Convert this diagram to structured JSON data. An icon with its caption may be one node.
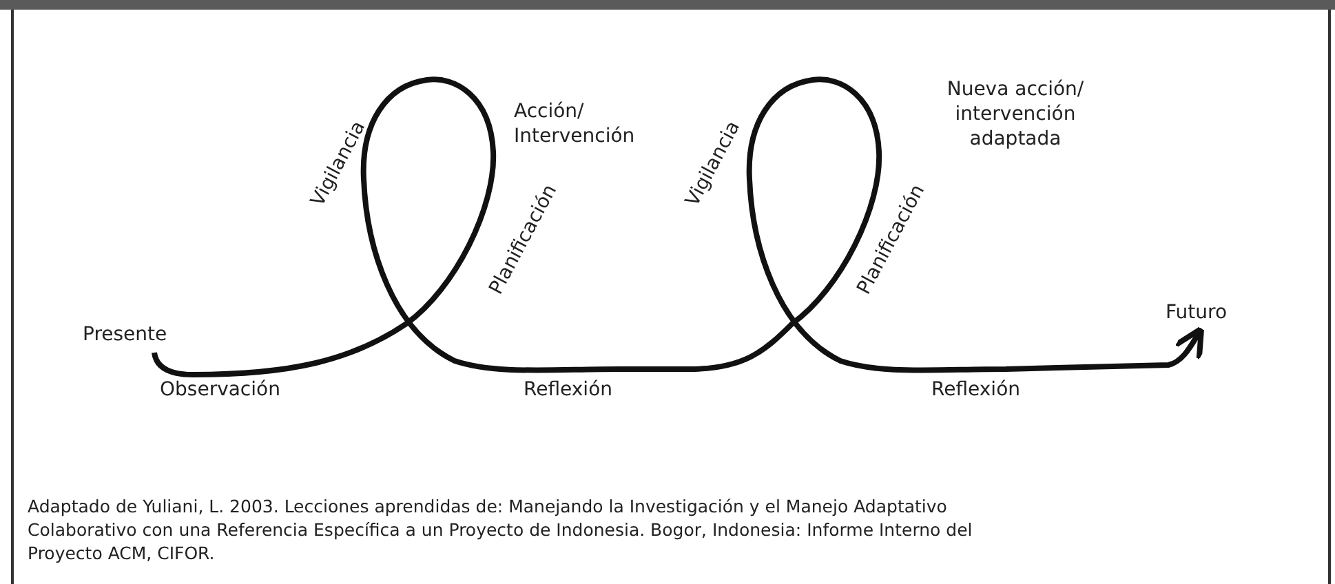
{
  "diagram": {
    "caption": "Adaptado de Yuliani, L. 2003. Lecciones aprendidas de: Manejando la Investigación y el Manejo Adaptativo Colaborativo con una Referencia Específica a un Proyecto de Indonesia. Bogor, Indonesia: Informe Interno del Proyecto ACM, CIFOR.",
    "nodes": [
      {
        "text": [
          "Presente"
        ]
      },
      {
        "text": [
          "Futuro"
        ]
      }
    ],
    "edges": [
      {
        "from": 0,
        "to": 1,
        "arrow": "to"
      }
    ],
    "labels": [
      "Nueva acción/ intervención adaptada",
      "Acción/ Intervención",
      "Vigilancia",
      "Vigilancia",
      "Planificación",
      "Planificación",
      "Observación",
      "Reflexión",
      "Reflexión"
    ]
  }
}
